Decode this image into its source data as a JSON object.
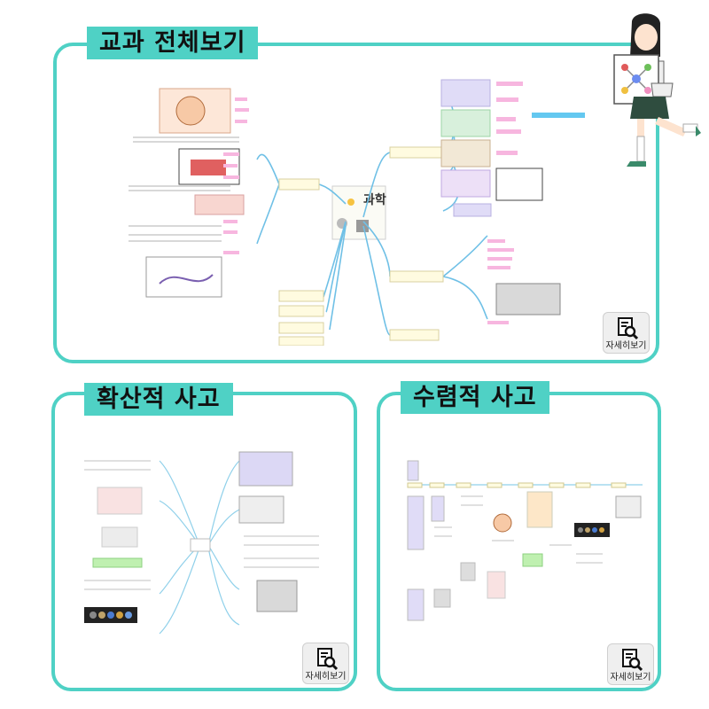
{
  "overview": {
    "title": "교과 전체보기",
    "detail_label": "자세히보기",
    "center_title": "과학"
  },
  "divergent": {
    "title": "확산적 사고",
    "detail_label": "자세히보기"
  },
  "convergent": {
    "title": "수렴적 사고",
    "detail_label": "자세히보기"
  },
  "icons": {
    "detail": "magnifier-document-icon"
  },
  "colors": {
    "accent": "#4fd1c5",
    "title_text": "#111111"
  }
}
